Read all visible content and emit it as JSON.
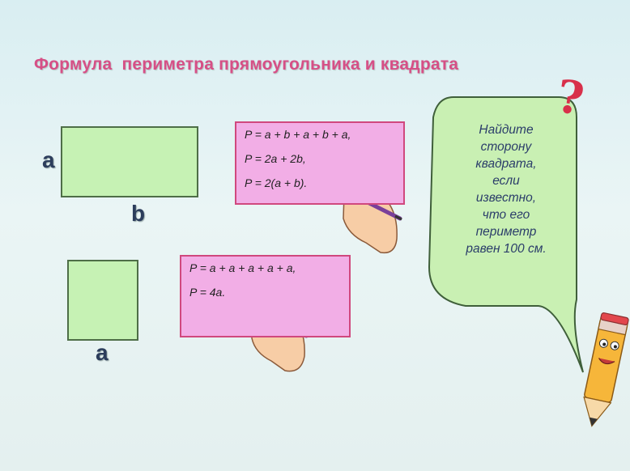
{
  "title": "Формула  периметра прямоугольника и квадрата",
  "rectangle": {
    "side_a": "a",
    "side_b": "b"
  },
  "square": {
    "side": "a"
  },
  "rect_formulas": [
    "P = a + b + a + b + a,",
    "P = 2a + 2b,",
    "P = 2(a + b)."
  ],
  "square_formulas": [
    "P = a + a + a + a + a,",
    "P = 4a."
  ],
  "bubble": {
    "lines": [
      "Найдите",
      "сторону",
      "квадрата,",
      "если",
      "известно,",
      "что его",
      "периметр",
      "равен 100 см."
    ]
  },
  "question_mark": "?",
  "colors": {
    "title": "#d64f86",
    "shape_fill": "#c6f2b4",
    "formula_fill": "#f2aee6",
    "formula_border": "#d0487e",
    "bubble_fill": "#c9f0b3"
  }
}
